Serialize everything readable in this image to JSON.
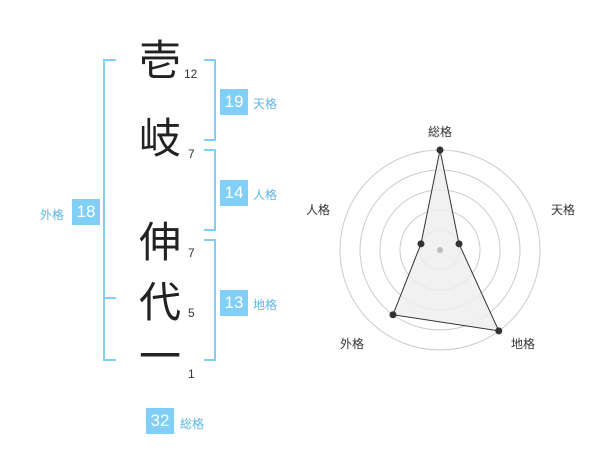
{
  "name": {
    "chars": [
      "壱",
      "岐",
      "伸",
      "代",
      "一"
    ],
    "strokes": [
      "12",
      "7",
      "7",
      "5",
      "1"
    ]
  },
  "fortunes": {
    "tenkaku": {
      "value": "19",
      "label": "天格"
    },
    "jinkaku": {
      "value": "14",
      "label": "人格"
    },
    "chikaku": {
      "value": "13",
      "label": "地格"
    },
    "gaikaku": {
      "value": "18",
      "label": "外格"
    },
    "soukaku": {
      "value": "32",
      "label": "総格"
    }
  },
  "radar": {
    "labels": {
      "top": "総格",
      "right": "天格",
      "bottom_right": "地格",
      "bottom_left": "外格",
      "left": "人格"
    },
    "levels": 5,
    "values": {
      "soukaku": 5,
      "tenkaku": 1,
      "chikaku": 5,
      "gaikaku": 4,
      "jinkaku": 1
    },
    "colors": {
      "ring": "#cccccc",
      "fill": "#eeeeee",
      "line": "#333333",
      "point": "#333333",
      "center": "#bbbbbb"
    }
  },
  "colors": {
    "bracket": "#7fcff6",
    "badge": "#7fcff6"
  }
}
